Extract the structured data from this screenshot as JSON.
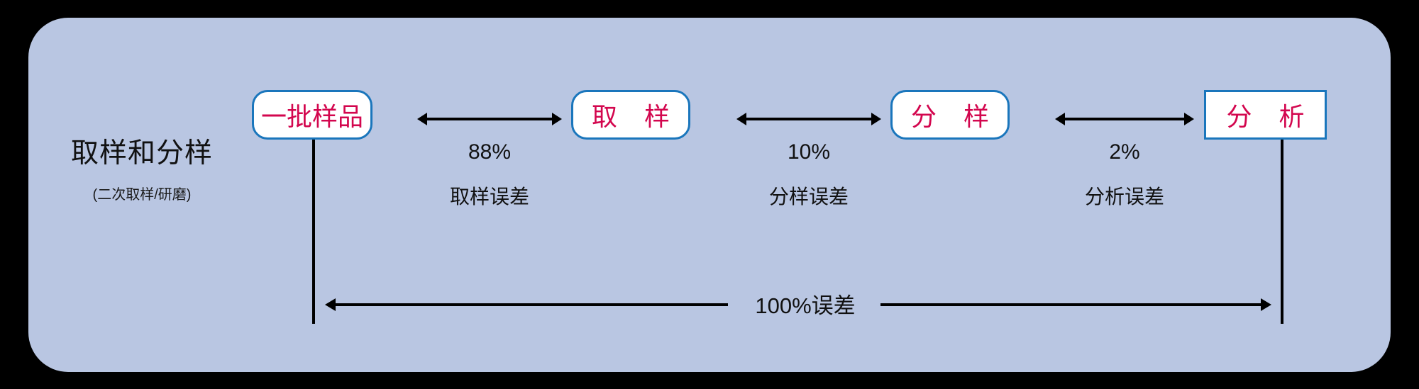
{
  "canvas": {
    "panel_color": "#b9c6e2",
    "backdrop_color": "#000000"
  },
  "title": {
    "main": "取样和分样",
    "sub": "(二次取样/研磨)"
  },
  "theme": {
    "box_border": "#1a76bc",
    "box_fill": "#ffffff",
    "box_text": "#d3064e",
    "line": "#000000",
    "label_text": "#111111"
  },
  "stages": [
    {
      "label": "一批样品",
      "shape": "rounded",
      "spaced": false
    },
    {
      "label": "取 样",
      "shape": "rounded",
      "spaced": true
    },
    {
      "label": "分 样",
      "shape": "rounded",
      "spaced": true
    },
    {
      "label": "分 析",
      "shape": "square",
      "spaced": true
    }
  ],
  "gaps": [
    {
      "percent": "88%",
      "error": "取样误差",
      "arrow": "double-headed-arrow"
    },
    {
      "percent": "10%",
      "error": "分样误差",
      "arrow": "double-headed-arrow"
    },
    {
      "percent": "2%",
      "error": "分析误差",
      "arrow": "double-headed-arrow"
    }
  ],
  "total": {
    "label": "100%误差",
    "arrow": "double-headed-arrow"
  }
}
